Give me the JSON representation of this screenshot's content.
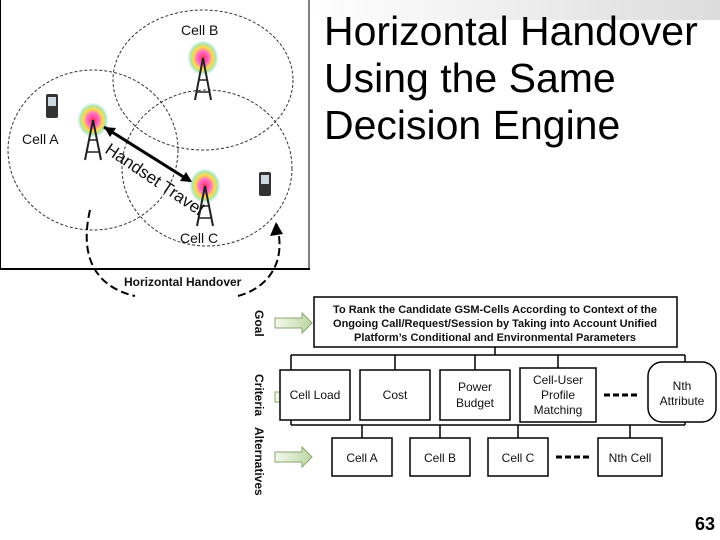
{
  "slide": {
    "title": "Horizontal Handover Using the Same Decision Engine",
    "page_number": "63"
  },
  "network_figure": {
    "cell_labels": [
      "Cell B",
      "Cell A",
      "Cell C"
    ],
    "path_label": "Handset Travel",
    "caption": "Horizontal Handover"
  },
  "hierarchy": {
    "goal_label": "Goal",
    "criteria_label": "Criteria",
    "alternatives_label": "Alternatives",
    "goal_text": [
      "To Rank the Candidate GSM-Cells According to Context of the",
      "Ongoing Call/Request/Session by Taking into Account Unified",
      "Platform’s Conditional and Environmental Parameters"
    ],
    "criteria": [
      [
        "Cell Load"
      ],
      [
        "Cost"
      ],
      [
        "Power",
        "Budget"
      ],
      [
        "Cell-User",
        "Profile",
        "Matching"
      ],
      [
        "Nth",
        "Attribute"
      ]
    ],
    "alternatives": [
      "Cell A",
      "Cell B",
      "Cell C",
      "Nth Cell"
    ]
  }
}
